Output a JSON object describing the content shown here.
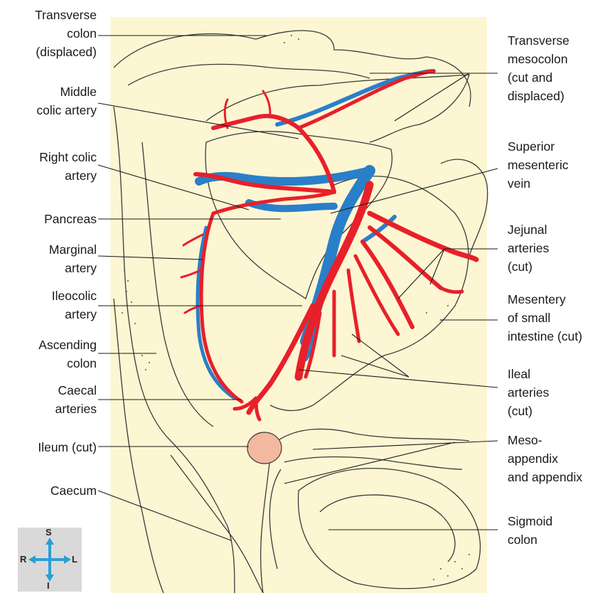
{
  "labels_left": {
    "transverse_colon": "Transverse\ncolon\n(displaced)",
    "middle_colic_artery": "Middle\ncolic artery",
    "right_colic_artery": "Right colic\nartery",
    "pancreas": "Pancreas",
    "marginal_artery": "Marginal\nartery",
    "ileocolic_artery": "Ileocolic\nartery",
    "ascending_colon": "Ascending\ncolon",
    "caecal_arteries": "Caecal\narteries",
    "ileum": "Ileum (cut)",
    "caecum": "Caecum"
  },
  "labels_right": {
    "transverse_mesocolon": "Transverse\nmesocolon\n(cut and\ndisplaced)",
    "superior_mesenteric_vein": "Superior\nmesenteric\nvein",
    "jejunal_arteries": "Jejunal\narteries\n(cut)",
    "mesentery_small_intestine": "Mesentery\nof small\nintestine (cut)",
    "ileal_arteries": "Ileal\narteries\n(cut)",
    "mesoappendix": "Meso-\nappendix\nand appendix",
    "sigmoid_colon": "Sigmoid\ncolon"
  },
  "compass": {
    "north": "S",
    "south": "I",
    "west": "R",
    "east": "L"
  },
  "colors": {
    "background_panel": "#fdf6d3",
    "artery": "#e8202a",
    "vein": "#2a7fc9",
    "outline": "#3a3a3a",
    "ileum_fill": "#f2b8a0",
    "compass_bg": "#d9d9d9",
    "compass_arrow": "#2a9fd6"
  }
}
